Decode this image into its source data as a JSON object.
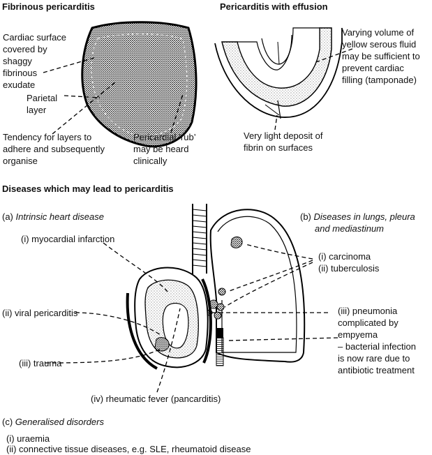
{
  "section1": {
    "left_title": "Fibrinous pericarditis",
    "right_title": "Pericarditis with effusion",
    "cardiac_surface": [
      "Cardiac surface",
      "covered by",
      "shaggy",
      "fibrinous",
      "exudate"
    ],
    "parietal": [
      "Parietal",
      "layer"
    ],
    "tendency": [
      "Tendency for layers to",
      "adhere and subsequently",
      "organise"
    ],
    "rub": [
      "Pericardial ‘rub’",
      "may be heard",
      "clinically"
    ],
    "fluid": [
      "Varying volume of",
      "yellow serous fluid",
      "may be sufficient to",
      "prevent cardiac",
      "filling (tamponade)"
    ],
    "fibrin": [
      "Very light deposit of",
      "fibrin on surfaces"
    ]
  },
  "section2": {
    "title": "Diseases which may lead to pericarditis",
    "a_prefix": "(a) ",
    "a_title": "Intrinsic heart disease",
    "a_items": {
      "mi": "(i) myocardial infarction",
      "viral": "(ii) viral pericarditis",
      "trauma": "(iii) trauma",
      "rheumatic": "(iv) rheumatic fever (pancarditis)"
    },
    "b_prefix": "(b) ",
    "b_title": [
      "Diseases in lungs, pleura",
      "and mediastinum"
    ],
    "b_items": {
      "carcinoma": "(i) carcinoma",
      "tb": "(ii) tuberculosis",
      "pneumonia": [
        "(iii) pneumonia",
        "complicated by",
        "empyema",
        "– bacterial infection",
        "is now rare due to",
        "antibiotic treatment"
      ]
    }
  },
  "section3": {
    "c_prefix": "(c) ",
    "c_title": "Generalised disorders",
    "items": [
      "(i)  uraemia",
      "(ii)  connective tissue diseases, e.g. SLE, rheumatoid disease"
    ]
  },
  "colors": {
    "ink": "#111111",
    "background": "#ffffff"
  }
}
